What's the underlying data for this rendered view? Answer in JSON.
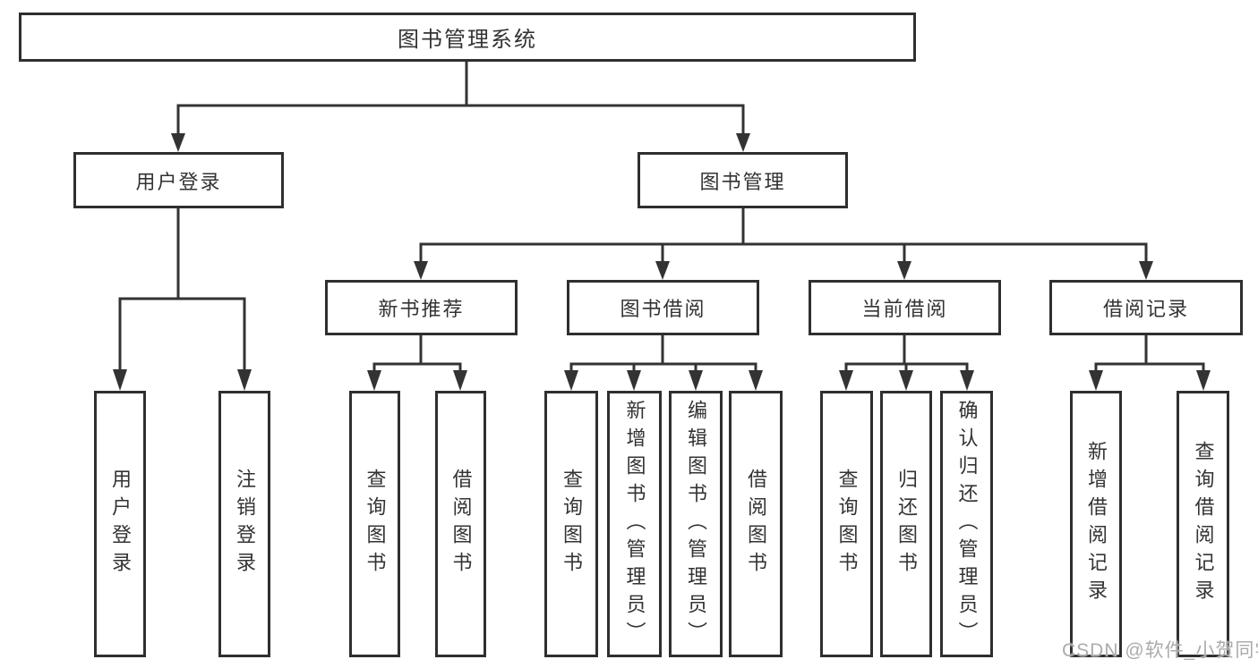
{
  "diagram": {
    "title": "图书管理系统",
    "level2": [
      {
        "label": "用户登录"
      },
      {
        "label": "图书管理"
      }
    ],
    "level3": [
      {
        "label": "新书推荐"
      },
      {
        "label": "图书借阅"
      },
      {
        "label": "当前借阅"
      },
      {
        "label": "借阅记录"
      }
    ],
    "leaves": {
      "user": [
        "用户登录",
        "注销登录"
      ],
      "recommend": [
        "查询图书",
        "借阅图书"
      ],
      "borrow": [
        "查询图书",
        "新增图书（管理员）",
        "编辑图书（管理员）",
        "借阅图书"
      ],
      "current": [
        "查询图书",
        "归还图书",
        "确认归还（管理员）"
      ],
      "records": [
        "新增借阅记录",
        "查询借阅记录"
      ]
    },
    "colors": {
      "line": "#333333",
      "box_border": "#2f2f2f",
      "text": "#333333",
      "background": "#ffffff",
      "watermark": "#ababab"
    }
  },
  "watermark": {
    "text": "CSDN @软件_小贺同学"
  }
}
